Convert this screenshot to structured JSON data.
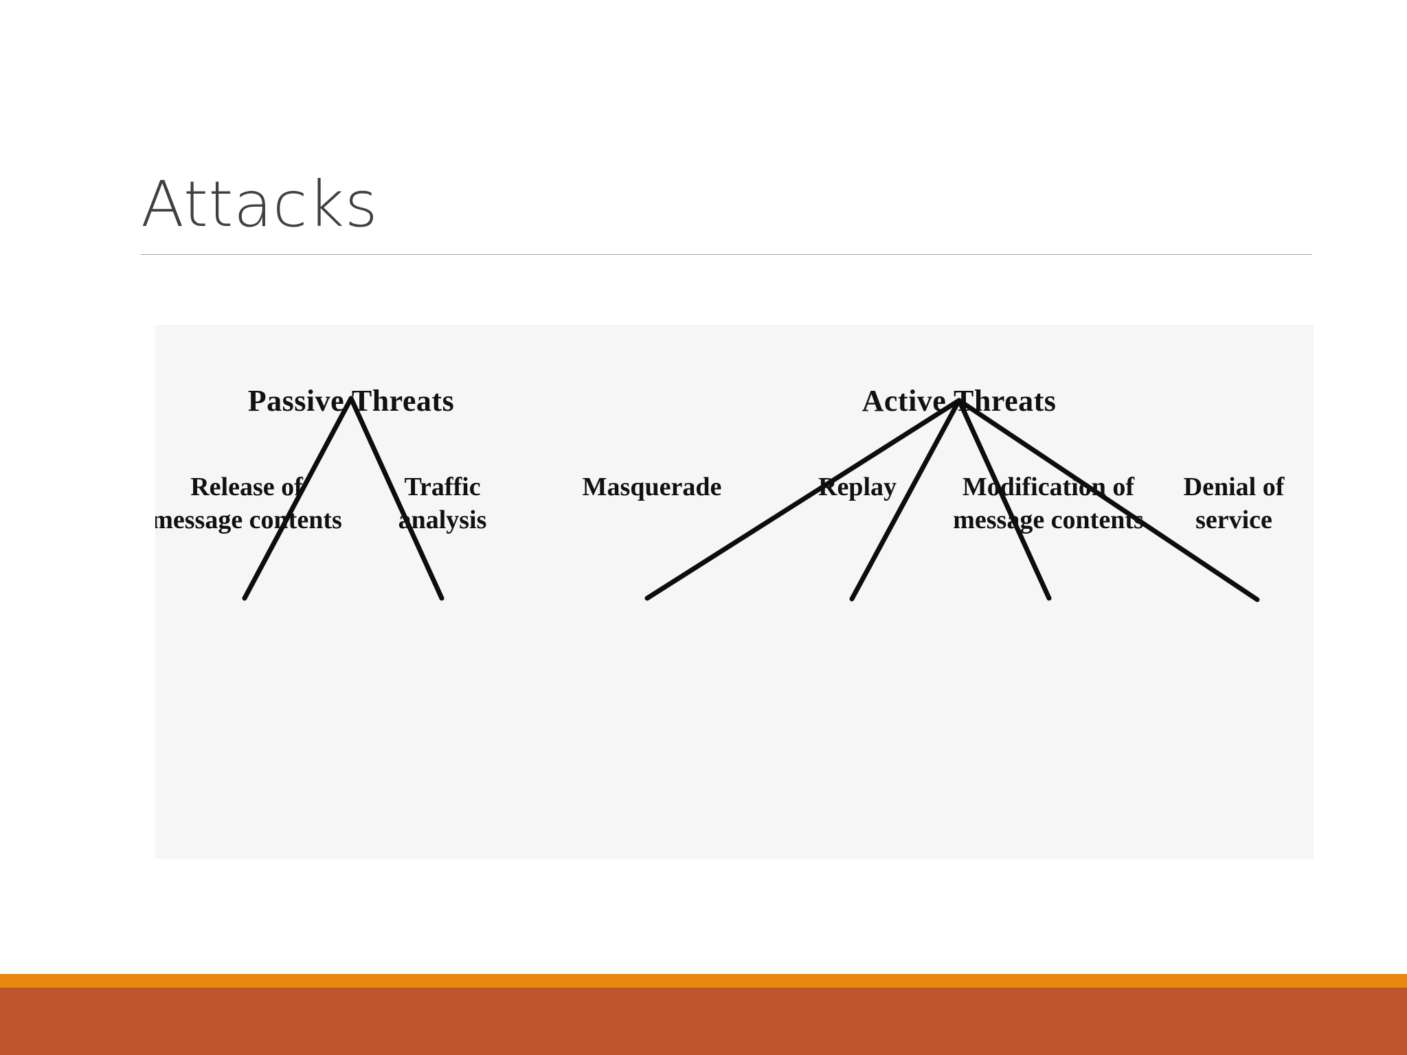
{
  "slide": {
    "title": "Attacks",
    "background_color": "#FFFFFF",
    "title_color": "#404040",
    "rule_color": "#A6A6A6"
  },
  "diagram": {
    "panel_background": "#F6F6F6",
    "line_color": "#0D0D0D",
    "branches": [
      {
        "heading": "Passive Threats",
        "leaves": [
          {
            "line1": "Release of",
            "line2": "message contents"
          },
          {
            "line1": "Traffic",
            "line2": "analysis"
          }
        ]
      },
      {
        "heading": "Active Threats",
        "leaves": [
          {
            "line1": "Masquerade",
            "line2": ""
          },
          {
            "line1": "Replay",
            "line2": ""
          },
          {
            "line1": "Modification of",
            "line2": "message contents"
          },
          {
            "line1": "Denial of",
            "line2": "service"
          }
        ]
      }
    ]
  },
  "footer": {
    "accent_top_color": "#E8860E",
    "accent_bottom_color": "#BE5429"
  }
}
